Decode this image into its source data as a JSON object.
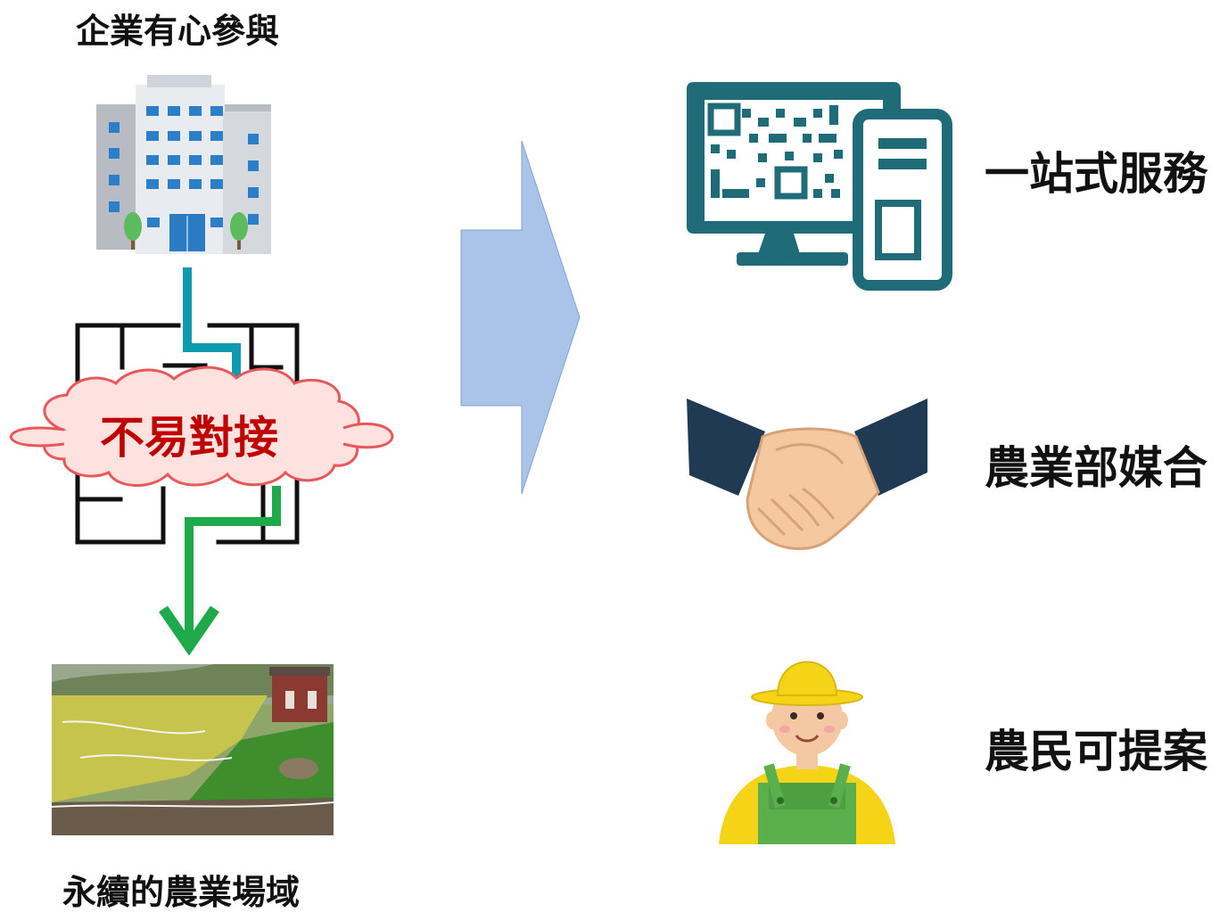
{
  "left": {
    "company_label": "企業有心參與",
    "obstacle_label": "不易對接",
    "farm_label": "永續的農業場域"
  },
  "right": {
    "items": [
      {
        "label": "一站式服務",
        "icon": "qr-computer-icon"
      },
      {
        "label": "農業部媒合",
        "icon": "handshake-icon"
      },
      {
        "label": "農民可提案",
        "icon": "farmer-icon"
      }
    ]
  },
  "colors": {
    "obstacle_text": "#C00000",
    "cloud_fill": "#FDE2DF",
    "cloud_stroke": "#E8585A",
    "arrow_fill": "#A9C4E8",
    "path_teal": "#0E9AB0",
    "path_green": "#1EAA4A",
    "icon_teal": "#1F6B78"
  }
}
